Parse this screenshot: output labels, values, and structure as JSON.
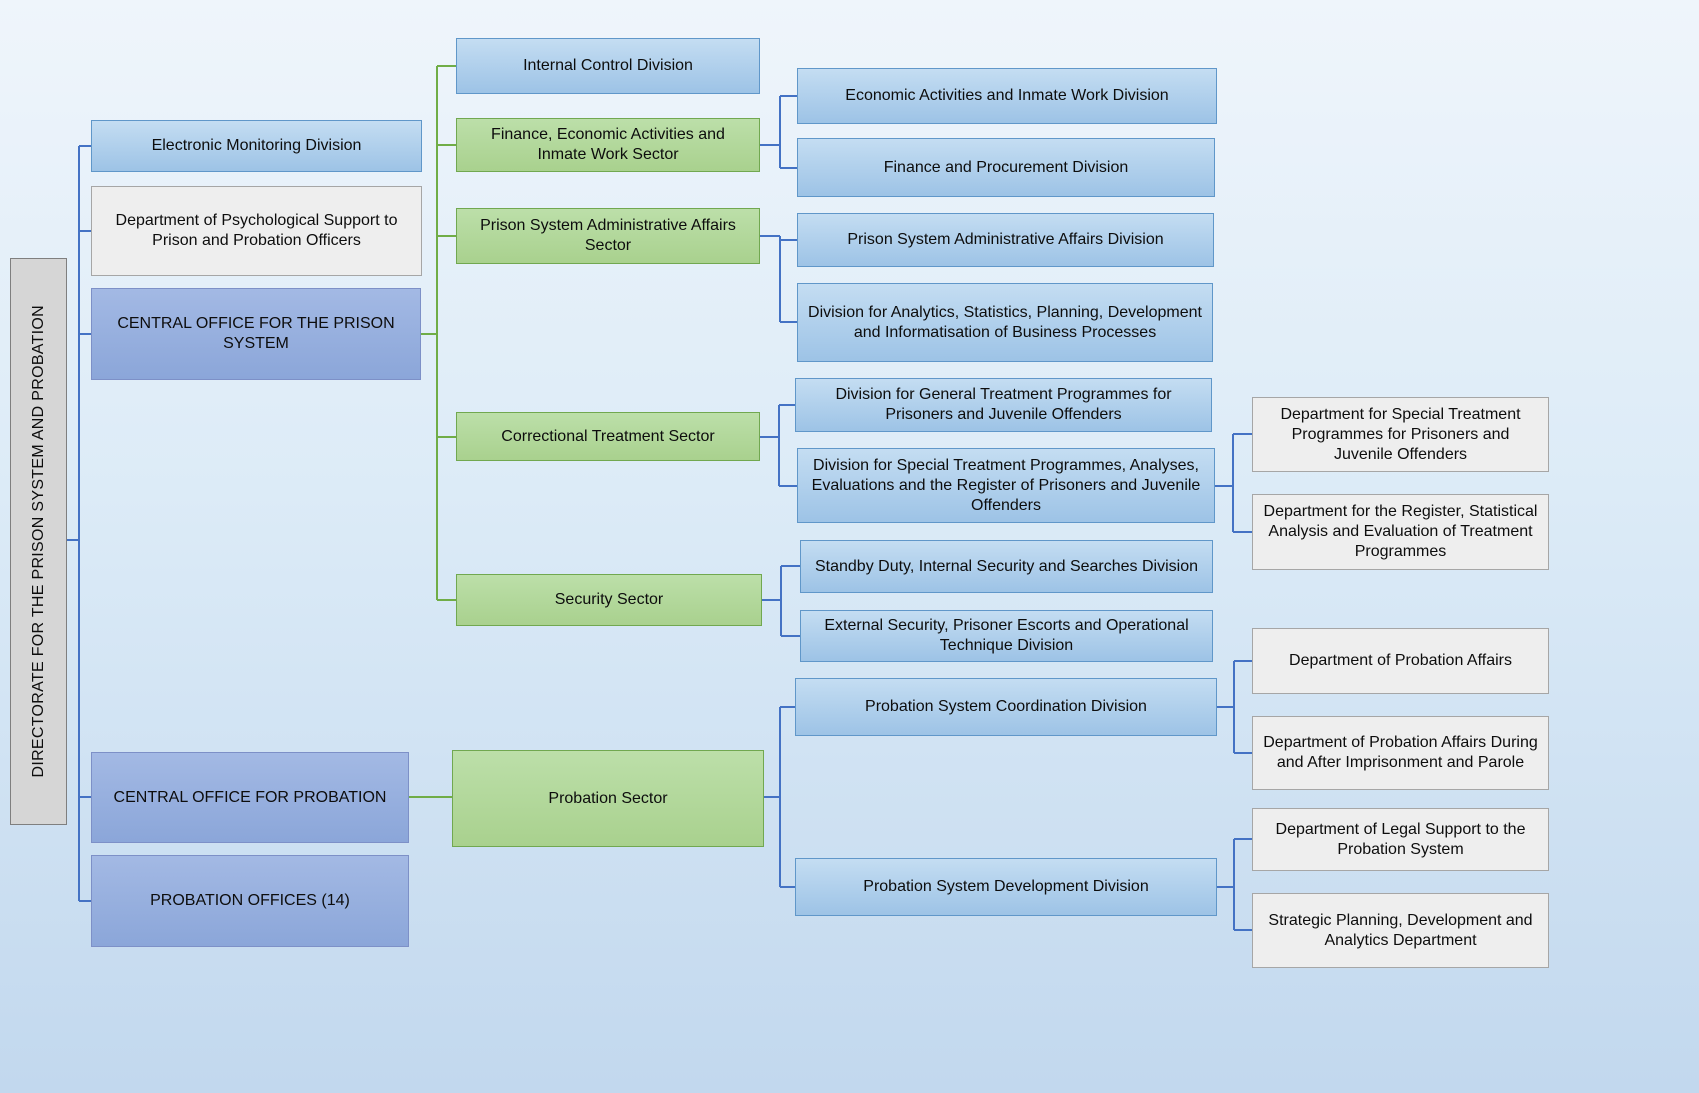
{
  "org": {
    "label": "DIRECTORATE FOR THE PRISON SYSTEM AND PROBATION",
    "children": [
      {
        "label": "Electronic Monitoring Division"
      },
      {
        "label": "Department of Psychological Support to Prison and Probation Officers"
      },
      {
        "label": "CENTRAL OFFICE FOR THE PRISON SYSTEM",
        "children": [
          {
            "label": "Internal Control Division"
          },
          {
            "label": "Finance, Economic Activities and Inmate Work Sector",
            "children": [
              {
                "label": "Economic Activities and Inmate Work Division"
              },
              {
                "label": "Finance and Procurement Division"
              }
            ]
          },
          {
            "label": "Prison System Administrative Affairs Sector",
            "children": [
              {
                "label": "Prison System Administrative Affairs Division"
              },
              {
                "label": "Division for Analytics, Statistics, Planning, Development and Informatisation of Business Processes"
              }
            ]
          },
          {
            "label": "Correctional Treatment Sector",
            "children": [
              {
                "label": "Division for General Treatment Programmes for Prisoners and Juvenile Offenders"
              },
              {
                "label": "Division for Special Treatment Programmes, Analyses, Evaluations and the Register of Prisoners and Juvenile Offenders",
                "children": [
                  {
                    "label": "Department for Special Treatment Programmes for Prisoners and Juvenile Offenders"
                  },
                  {
                    "label": "Department for the Register, Statistical Analysis and Evaluation of Treatment Programmes"
                  }
                ]
              }
            ]
          },
          {
            "label": "Security Sector",
            "children": [
              {
                "label": "Standby Duty, Internal Security and Searches Division"
              },
              {
                "label": "External Security, Prisoner Escorts and Operational Technique Division"
              }
            ]
          }
        ]
      },
      {
        "label": "CENTRAL OFFICE FOR PROBATION",
        "children": [
          {
            "label": "Probation Sector",
            "children": [
              {
                "label": "Probation System Coordination Division",
                "children": [
                  {
                    "label": "Department of Probation Affairs"
                  },
                  {
                    "label": "Department of Probation Affairs During and After Imprisonment and Parole"
                  }
                ]
              },
              {
                "label": "Probation System Development Division",
                "children": [
                  {
                    "label": "Department of Legal Support to the Probation System"
                  },
                  {
                    "label": "Strategic Planning, Development and Analytics Department"
                  }
                ]
              }
            ]
          }
        ]
      },
      {
        "label": "PROBATION OFFICES (14)"
      }
    ]
  },
  "colors": {
    "page_bg_top": "#eff5fb",
    "page_bg_bottom": "#c2d8ee",
    "box_blue": "#9dc3e6",
    "box_blue_light": "#c4ddf2",
    "box_green": "#a9d18e",
    "box_green_light": "#bcdfa9",
    "box_purple": "#8ba6d9",
    "box_purple_light": "#a3b9e4",
    "box_gray": "#d6d6d6",
    "box_light": "#eeeeee",
    "border_blue": "#6097c9",
    "border_green": "#71a850",
    "border_purple": "#7d90c7",
    "border_gray": "#7f7f7f",
    "border_light": "#a6a6a6",
    "connector_blue": "#4472c4",
    "connector_green": "#70ad47"
  }
}
